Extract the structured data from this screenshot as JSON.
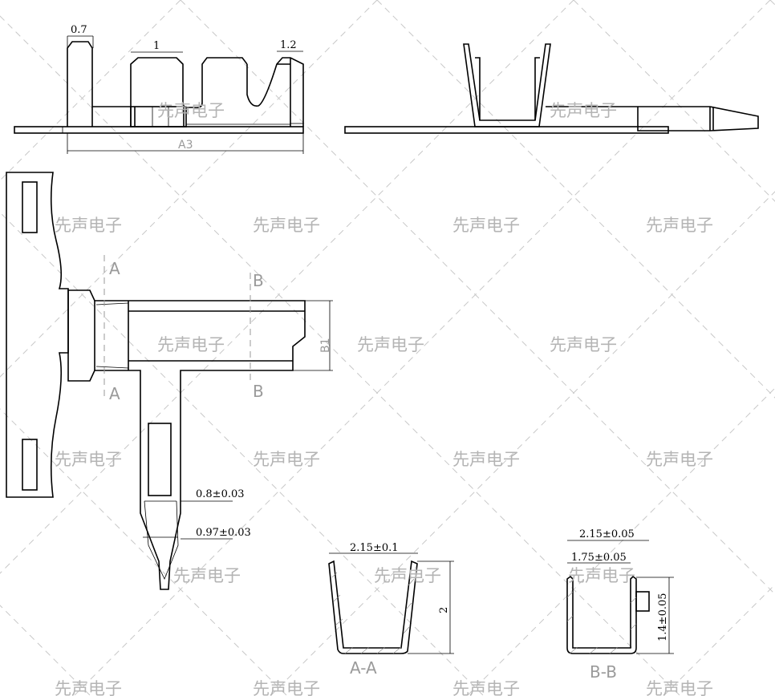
{
  "watermark": "先声电子",
  "dimensions": {
    "top_pin_width": "0.7",
    "top_box_width": "1",
    "top_right_width": "1.2",
    "overall_length": "A3",
    "body_height": "B1",
    "stem_width": "0.8±0.03",
    "stem_width2": "0.97±0.03",
    "aa_width": "2.15±0.1",
    "aa_height": "2",
    "bb_outer_width": "2.15±0.05",
    "bb_inner_width": "1.75±0.05",
    "bb_height": "1.4±0.05"
  },
  "section_marks": {
    "a": "A",
    "b": "B",
    "aa_label": "A-A",
    "bb_label": "B-B"
  }
}
